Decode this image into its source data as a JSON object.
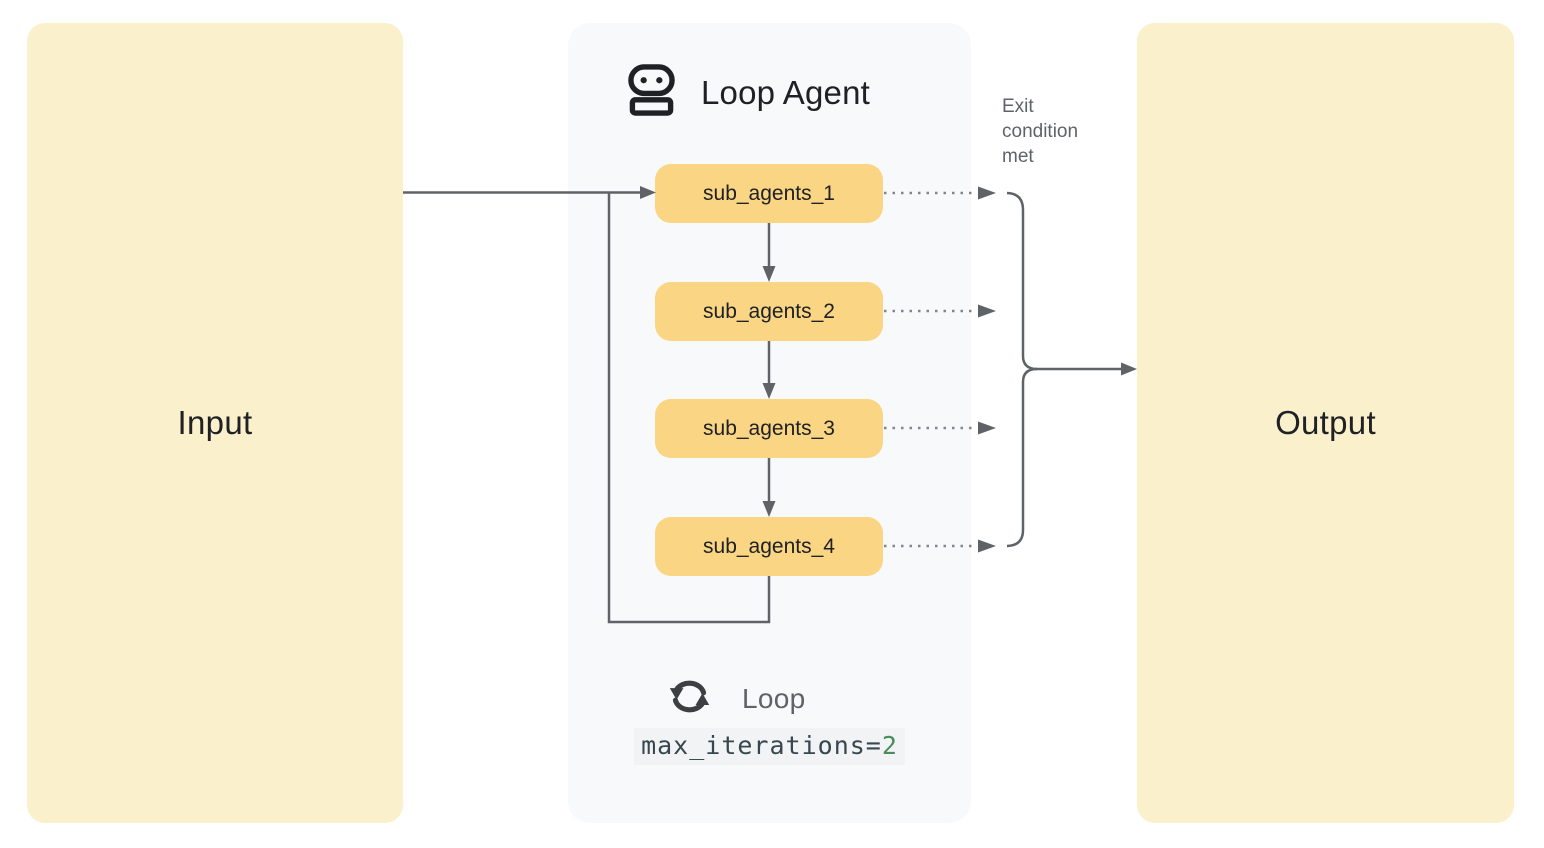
{
  "diagram": {
    "input_label": "Input",
    "output_label": "Output",
    "agent": {
      "title": "Loop Agent",
      "sub_agents": [
        {
          "label": "sub_agents_1"
        },
        {
          "label": "sub_agents_2"
        },
        {
          "label": "sub_agents_3"
        },
        {
          "label": "sub_agents_4"
        }
      ],
      "loop_label": "Loop",
      "max_iterations_code": "max_iterations=",
      "max_iterations_value": "2"
    },
    "exit_condition_label": "Exit condition met",
    "icons": {
      "robot": "robot-icon",
      "loop": "loop-refresh-icon"
    },
    "colors": {
      "io_box_fill": "#FAF0CB",
      "sub_agent_fill": "#F9D584",
      "panel_fill": "#F8F9FA",
      "text_dark": "#202124",
      "connector_grey": "#5F6368",
      "dotted_grey": "#80868B",
      "code_value_green": "#4A8C5C",
      "code_chip_bg": "#F1F3F4"
    }
  }
}
